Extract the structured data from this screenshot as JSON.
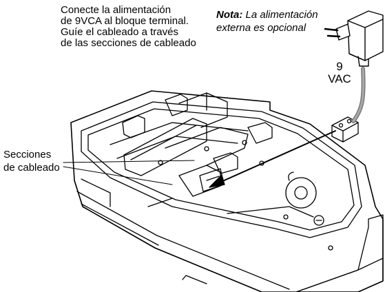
{
  "instructions": {
    "line1": "Conecte la alimentación",
    "line2": "de 9VCA al bloque terminal.",
    "line3": "Guíe el cableado a través",
    "line4": "de las secciones de cableado"
  },
  "note": {
    "prefix": "Nota:",
    "line1": " La alimentación",
    "line2": "externa es opcional"
  },
  "voltage": {
    "number": "9",
    "unit": "VAC"
  },
  "wiring_label": {
    "line1": "Secciones",
    "line2": "de cableado"
  }
}
